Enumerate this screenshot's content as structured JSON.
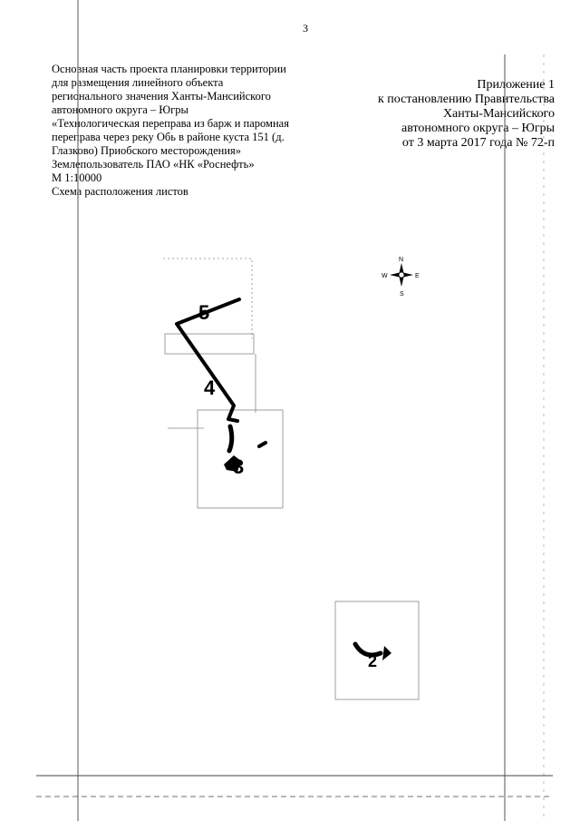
{
  "page_number": "3",
  "left_block": {
    "lines": [
      "Основная часть проекта планировки территории",
      "для размещения линейного объекта",
      "регионального значения Ханты-Мансийского",
      "автономного округа – Югры",
      "«Технологическая переправа из барж и паромная",
      "переправа через реку Обь в районе куста 151 (д.",
      "Глазково) Приобского месторождения»",
      "Землепользователь ПАО «НК «Роснефть»",
      "М 1:10000",
      "Схема расположения листов"
    ]
  },
  "right_block": {
    "lines": [
      "Приложение 1",
      "к постановлению Правительства",
      "Ханты-Мансийского",
      "автономного округа – Югры",
      "от 3 марта 2017 года № 72-п"
    ]
  },
  "compass": {
    "n": "N",
    "s": "S",
    "w": "W",
    "e": "E"
  },
  "sheets": {
    "s2": "2",
    "s3": "3",
    "s4": "4",
    "s5": "5"
  },
  "colors": {
    "ink": "#000000",
    "frame": "#888888"
  }
}
